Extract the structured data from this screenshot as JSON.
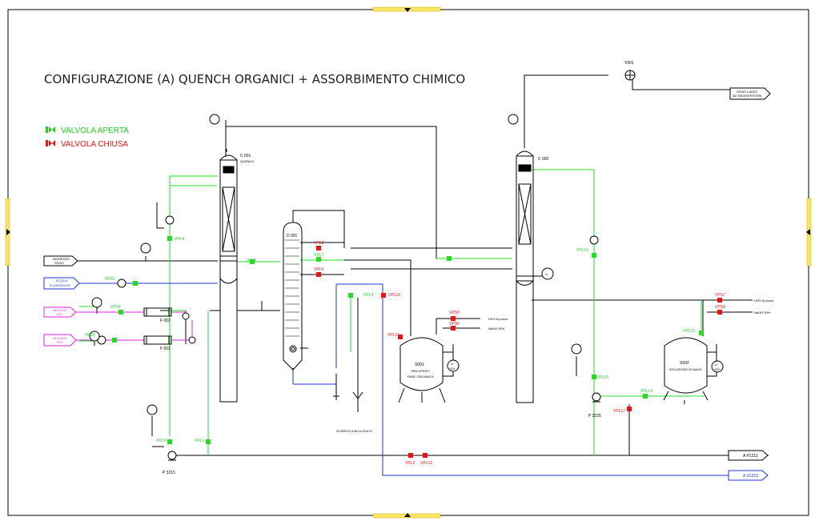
{
  "title": "CONFIGURAZIONE (A) QUENCH ORGANICI + ASSORBIMENTO CHIMICO",
  "legend": {
    "open": "VALVOLA APERTA",
    "closed": "VALVOLA CHIUSA",
    "open_color": "#22cc22",
    "closed_color": "#ee1111"
  },
  "equipment": {
    "c001": "C 001",
    "c001_sub": "QUENCH",
    "c002": "C 002",
    "d001": "D 001",
    "f001": "F 001",
    "f002": "F 002",
    "s001": "S001",
    "s001_sub1": "RECUPERO",
    "s001_sub2": "FASE ORGANICA",
    "s002": "S002",
    "s002_sub": "SOLUZIONE DI NaOH",
    "v001": "V001",
    "p3215": "P 3215",
    "p3225": "P 3225"
  },
  "streams": {
    "ingresso_1": "INGRESSO",
    "ingresso_2": "SFIATI",
    "acqua_1": "ACQUA",
    "acqua_2": "FLUSSAGGIO",
    "glicole1_1": "GLICOLE",
    "glicole1_2": "-5°C",
    "glicole2_1": "GLICOLE",
    "glicole2_2": "+5°C",
    "sfiati_1": "SFIATI LAVATI",
    "sfiati_2": "AD INCENERITORE",
    "h2o_1": "H2O di pozzo",
    "naoh_1": "NaOH 30%",
    "h2o_2": "H2O di pozzo",
    "naoh_2": "NaOH 30%",
    "scarico": "SCARICO A BIOLOGICO",
    "p1211": "A P1211",
    "s1223": "A S1223"
  },
  "valves": {
    "vpl4": "VPL4",
    "vps2": "VPS2",
    "vps4": "VPS4",
    "vps3": "VPS3",
    "vpl5": "VPL5",
    "vpl8": "VPL8",
    "vpl7": "VPL7",
    "vpl6": "VPL6",
    "vpl9": "VPL9",
    "vpl10": "VPL10",
    "vpl11": "VPL11",
    "vps5": "VPS5",
    "vps6": "VPS6",
    "vpl3": "VPL3",
    "vpl1": "VPL1",
    "vpl2": "VPL2",
    "vpl12": "VPL12",
    "vpl16": "VPL16",
    "vps7": "VPS7",
    "vps8": "VPS8",
    "vpl13": "VPL13",
    "vpl15": "VPL15",
    "vpl14": "VPL14",
    "vpl17": "VPL17"
  },
  "instruments": {
    "li_s001": "LI",
    "li_s001_num": "001",
    "li_s002": "LI",
    "li_s002_num": "002",
    "li_c002": "LI"
  }
}
